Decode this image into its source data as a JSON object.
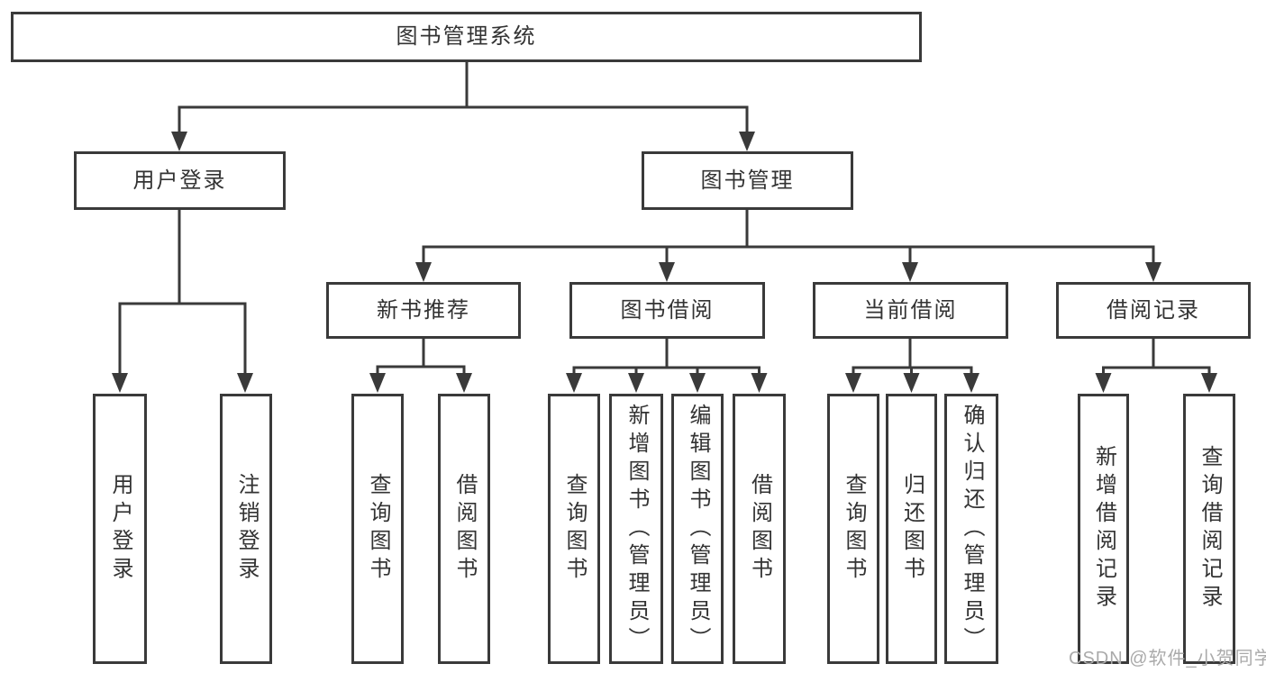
{
  "diagram": {
    "type": "hierarchy-tree",
    "watermark": "CSDN @软件_小贺同学",
    "colors": {
      "line": "#3a3a3a",
      "border": "#3a3a3a",
      "text": "#333333",
      "background": "#ffffff",
      "watermark": "#aaaaaa"
    },
    "nodes": {
      "root": {
        "label": "图书管理系统"
      },
      "login": {
        "label": "用户登录"
      },
      "mgmt": {
        "label": "图书管理"
      },
      "rec": {
        "label": "新书推荐"
      },
      "borrow": {
        "label": "图书借阅"
      },
      "current": {
        "label": "当前借阅"
      },
      "records": {
        "label": "借阅记录"
      },
      "login_user": {
        "label": "用户登录"
      },
      "login_logout": {
        "label": "注销登录"
      },
      "rec_query": {
        "label": "查询图书"
      },
      "rec_borrow": {
        "label": "借阅图书"
      },
      "borrow_query": {
        "label": "查询图书"
      },
      "borrow_add": {
        "label": "新增图书（管理员）"
      },
      "borrow_edit": {
        "label": "编辑图书（管理员）"
      },
      "borrow_borrow": {
        "label": "借阅图书"
      },
      "current_query": {
        "label": "查询图书"
      },
      "current_return": {
        "label": "归还图书"
      },
      "current_confirm": {
        "label": "确认归还（管理员）"
      },
      "records_add": {
        "label": "新增借阅记录"
      },
      "records_query": {
        "label": "查询借阅记录"
      }
    },
    "edges": [
      [
        "root",
        "login"
      ],
      [
        "root",
        "mgmt"
      ],
      [
        "login",
        "login_user"
      ],
      [
        "login",
        "login_logout"
      ],
      [
        "mgmt",
        "rec"
      ],
      [
        "mgmt",
        "borrow"
      ],
      [
        "mgmt",
        "current"
      ],
      [
        "mgmt",
        "records"
      ],
      [
        "rec",
        "rec_query"
      ],
      [
        "rec",
        "rec_borrow"
      ],
      [
        "borrow",
        "borrow_query"
      ],
      [
        "borrow",
        "borrow_add"
      ],
      [
        "borrow",
        "borrow_edit"
      ],
      [
        "borrow",
        "borrow_borrow"
      ],
      [
        "current",
        "current_query"
      ],
      [
        "current",
        "current_return"
      ],
      [
        "current",
        "current_confirm"
      ],
      [
        "records",
        "records_add"
      ],
      [
        "records",
        "records_query"
      ]
    ]
  }
}
